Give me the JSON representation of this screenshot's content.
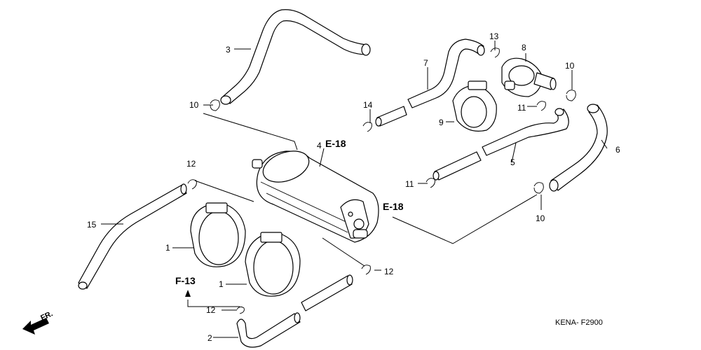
{
  "callouts": {
    "c1a": "1",
    "c1b": "1",
    "c2": "2",
    "c3": "3",
    "c4": "4",
    "c5": "5",
    "c6": "6",
    "c7": "7",
    "c8": "8",
    "c9": "9",
    "c10a": "10",
    "c10b": "10",
    "c10c": "10",
    "c11a": "11",
    "c11b": "11",
    "c12a": "12",
    "c12b": "12",
    "c12c": "12",
    "c13": "13",
    "c14": "14",
    "c15": "15"
  },
  "references": {
    "e18_top": "E-18",
    "e18_right": "E-18",
    "f13": "F-13"
  },
  "direction": "FR.",
  "diagram_code": "KENA- F2900"
}
